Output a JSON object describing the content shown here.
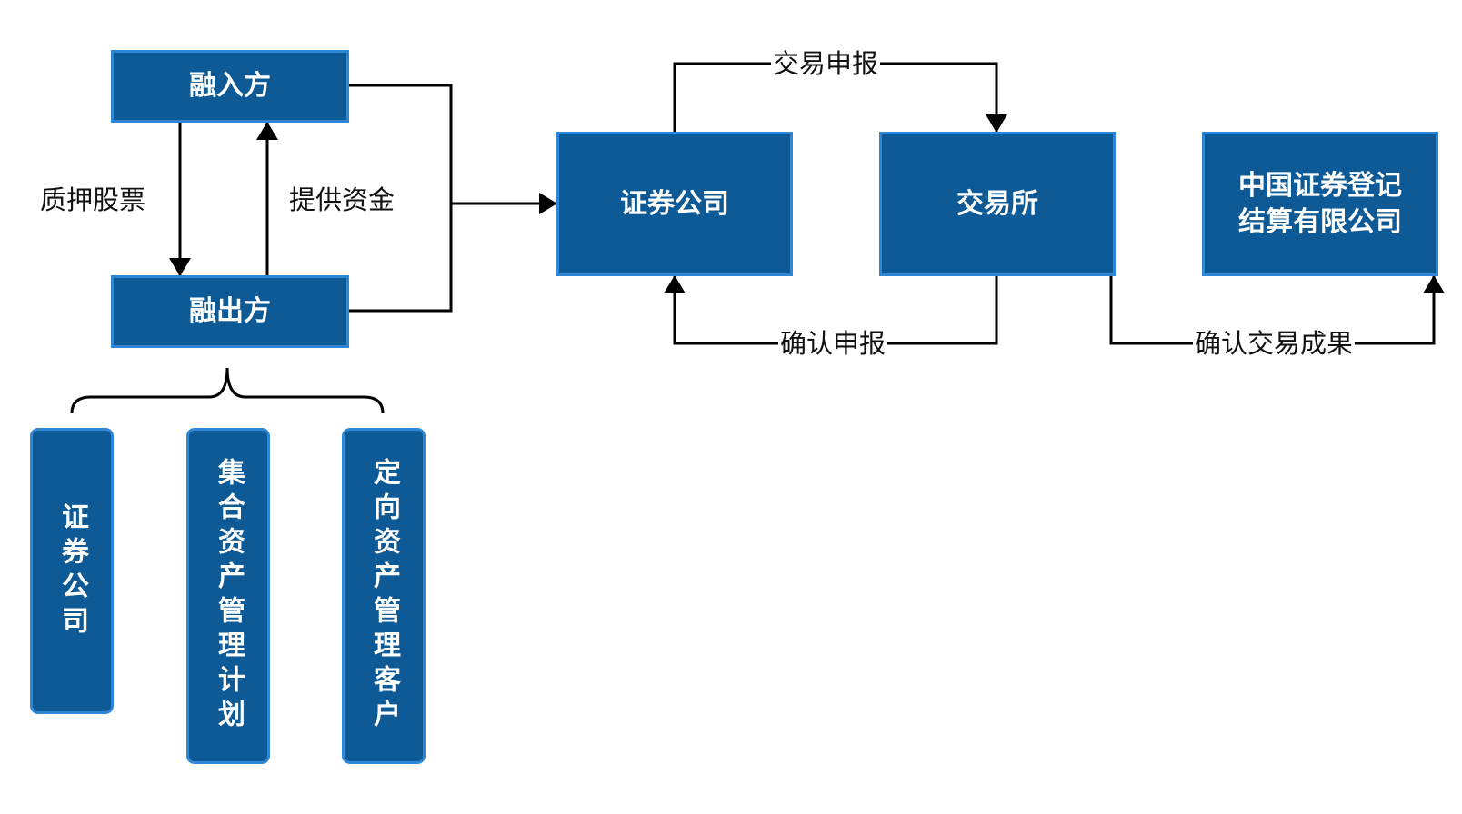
{
  "nodes": {
    "borrower": "融入方",
    "lender": "融出方",
    "securities_company": "证券公司",
    "exchange": "交易所",
    "csdc": "中国证券登记结算有限公司",
    "lender_type_1": "证券公司",
    "lender_type_2": "集合资产管理计划",
    "lender_type_3": "定向资产管理客户"
  },
  "edges": {
    "pledge_stock": "质押股票",
    "provide_funds": "提供资金",
    "trade_declare": "交易申报",
    "confirm_declare": "确认申报",
    "confirm_result": "确认交易成果"
  },
  "colors": {
    "box_fill": "#0e5a96",
    "box_border": "#2f86d6",
    "line": "#000000"
  }
}
